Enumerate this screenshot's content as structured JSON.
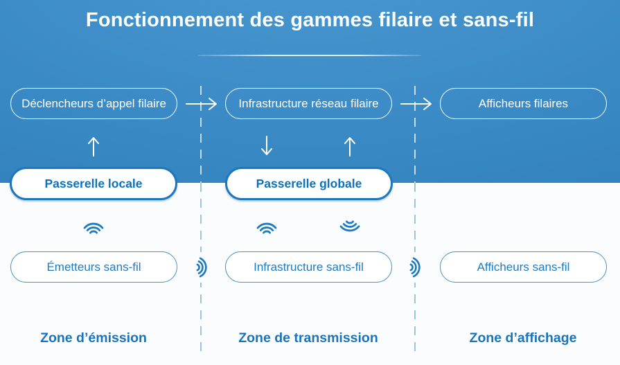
{
  "title": "Fonctionnement des gammes filaire et sans-fil",
  "columns": [
    {
      "zone_label": "Zone  d’émission",
      "wired_node": "Déclencheurs d’appel filaire",
      "gateway": "Passerelle locale",
      "wireless_node": "Émetteurs sans-fil"
    },
    {
      "zone_label": "Zone de transmission",
      "wired_node": "Infrastructure réseau filaire",
      "gateway": "Passerelle globale",
      "wireless_node": "Infrastructure sans-fil"
    },
    {
      "zone_label": "Zone d’affichage",
      "wired_node": "Afficheurs filaires",
      "wireless_node": "Afficheurs sans-fil"
    }
  ],
  "icons": {
    "wifi_emit": "wifi-icon",
    "wifi_receive": "wifi-inverted-icon",
    "radio_waves": "radio-waves-icon",
    "arrow_right": "arrow-right-icon",
    "arrow_up": "arrow-up-icon",
    "arrow_down": "arrow-down-icon"
  },
  "colors": {
    "accent_blue": "#1b78bd",
    "pill_border_light": "#4a94ca",
    "header_blue_light": "#4a98d0",
    "header_blue_mid": "#3888c4",
    "header_blue_dark": "#2b79b3",
    "bg_bottom": "#fafcfe",
    "dash_on_blue": "rgba(255,255,255,0.72)",
    "dash_on_white": "#9cc4e0",
    "white": "#ffffff"
  }
}
